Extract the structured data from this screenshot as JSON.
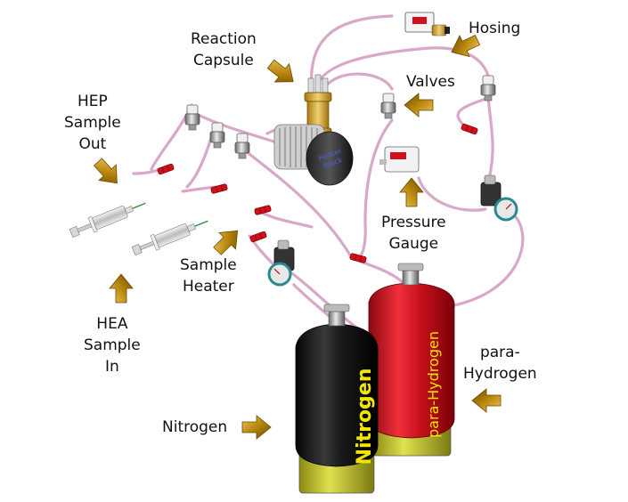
{
  "labels": {
    "hosing": "Hosing",
    "reaction_capsule": [
      "Reaction",
      "Capsule"
    ],
    "valves": "Valves",
    "hep_sample_out": [
      "HEP",
      "Sample",
      "Out"
    ],
    "pressure_gauge": [
      "Pressure",
      "Gauge"
    ],
    "sample_heater": [
      "Sample",
      "Heater"
    ],
    "hea_sample_in": [
      "HEA",
      "Sample",
      "In"
    ],
    "para_hydrogen": [
      "para-",
      "Hydrogen"
    ],
    "nitrogen": "Nitrogen"
  },
  "tank_text": {
    "nitrogen": "Nitrogen",
    "para_hydrogen": "para-Hydrogen",
    "heater_block": [
      "Heater",
      "Block"
    ]
  },
  "colors": {
    "arrow_gold": "#b8860b",
    "hose": "#d8a8c8",
    "connector_red": "#d0101a",
    "nitrogen_tank": "#1a1a1a",
    "para_hydrogen_tank": "#c8101c",
    "tank_base": "#c8c830",
    "tank_text_yellow": "#f2e600"
  }
}
